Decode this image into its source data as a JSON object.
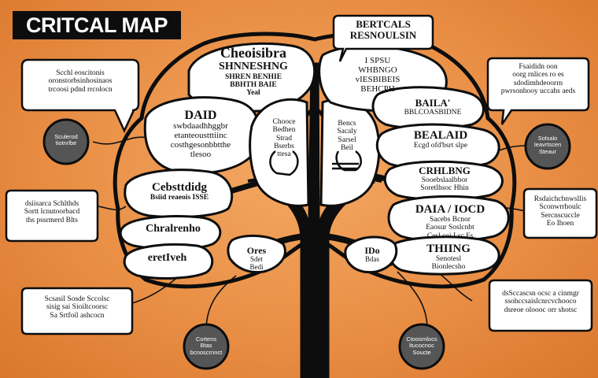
{
  "title": "CRITCAL MAP",
  "colors": {
    "background": "#e98f45",
    "ink": "#0d0d0d",
    "bubble": "#ffffff",
    "node_fill": "#555555"
  },
  "callouts": {
    "left_top": [
      "Scchl eoscitonis",
      "oronstorbsinhosinaos",
      "trcoosi pdnd rrcolocn"
    ],
    "left_mid": [
      "dsiisarca Schlthds",
      "Sortt lcnutoorbacd",
      "ths pssrmerd Blts"
    ],
    "left_bottom": [
      "Scsasil Sosde Sccolsc",
      "sisig sai Sioiltcoorsc",
      "Sa Srtfoil ashcocn"
    ],
    "top_center": [
      "BERTCALS",
      "RESNOULSIN"
    ],
    "right_top": [
      "Fsaididn oon",
      "oorg rnlices ro es",
      "sdodimhdeoorrn",
      "pwrsonhooy uccahs aeds"
    ],
    "right_mid": [
      "Rsdaichcbnwsllis",
      "Sconwrrhoulc",
      "Sercnscuccle",
      "Eo Ihoen"
    ],
    "right_bottom": [
      "dsSccascsn ocsc a cinmgr",
      "ssohccsaislcnrcvchooco",
      "dsreoe oloooc orr shotsc"
    ]
  },
  "nodes": {
    "n_left_upper": [
      "Sculerod",
      "tiotnrlbe"
    ],
    "n_left_lower": [
      "Cortens",
      "Btas",
      "bcnoscrnnct"
    ],
    "n_right_bottom": [
      "Ctoosmlocs",
      "ltucocnoc",
      "Soucte"
    ],
    "n_right_upper": [
      "Solsalo",
      "Ieavrtscen",
      "Steaur"
    ]
  },
  "lobes": {
    "top_left": [
      "Cheoisibra",
      "SHNNESHNG",
      "SHREN BENHIE",
      "BBHTH BAIE",
      "Yeal"
    ],
    "left_upper": [
      "DAID",
      "swbdaadhhggbr",
      "etanteoustttiinc",
      "costhgesonbbtthe",
      "tlesoo"
    ],
    "left_mid": [
      "Cebsttdidg",
      "Bsiid reaeois ISSE"
    ],
    "left_low": [
      "Chralrenho"
    ],
    "left_bottom": [
      "eretIveh"
    ],
    "center_left": [
      "Chooce",
      "Bedhen",
      "Strad",
      "Bserbs",
      "ttesa"
    ],
    "center_right": [
      "Bencs",
      "Sacaly",
      "Sarsel",
      "Beil"
    ],
    "top_right": [
      "I SPSU",
      "WHBNGO",
      "vIESBIBEIS",
      "BEHCPH"
    ],
    "right_upper": [
      "BAILA'",
      "BBLCOASBIDNE"
    ],
    "right_mid": [
      "BEALAID",
      "Ecgd ofd'bsrt slpe"
    ],
    "right_mid2": [
      "CRHLBNG",
      "Sooebslaalbbor",
      "Soretlhsoc Hhin"
    ],
    "right_low": [
      "DAIA / IOCD",
      "Sacebs Bcnor",
      "Eaosur Soslcnbt",
      "Cesl coi Lsc Fs"
    ],
    "right_bottom": [
      "THIING",
      "Senotesl",
      "Bionlecsho"
    ],
    "trunk_left": [
      "Ores",
      "Sdet",
      "Bedi"
    ],
    "trunk_right": [
      "IDo",
      "Bdas"
    ]
  }
}
